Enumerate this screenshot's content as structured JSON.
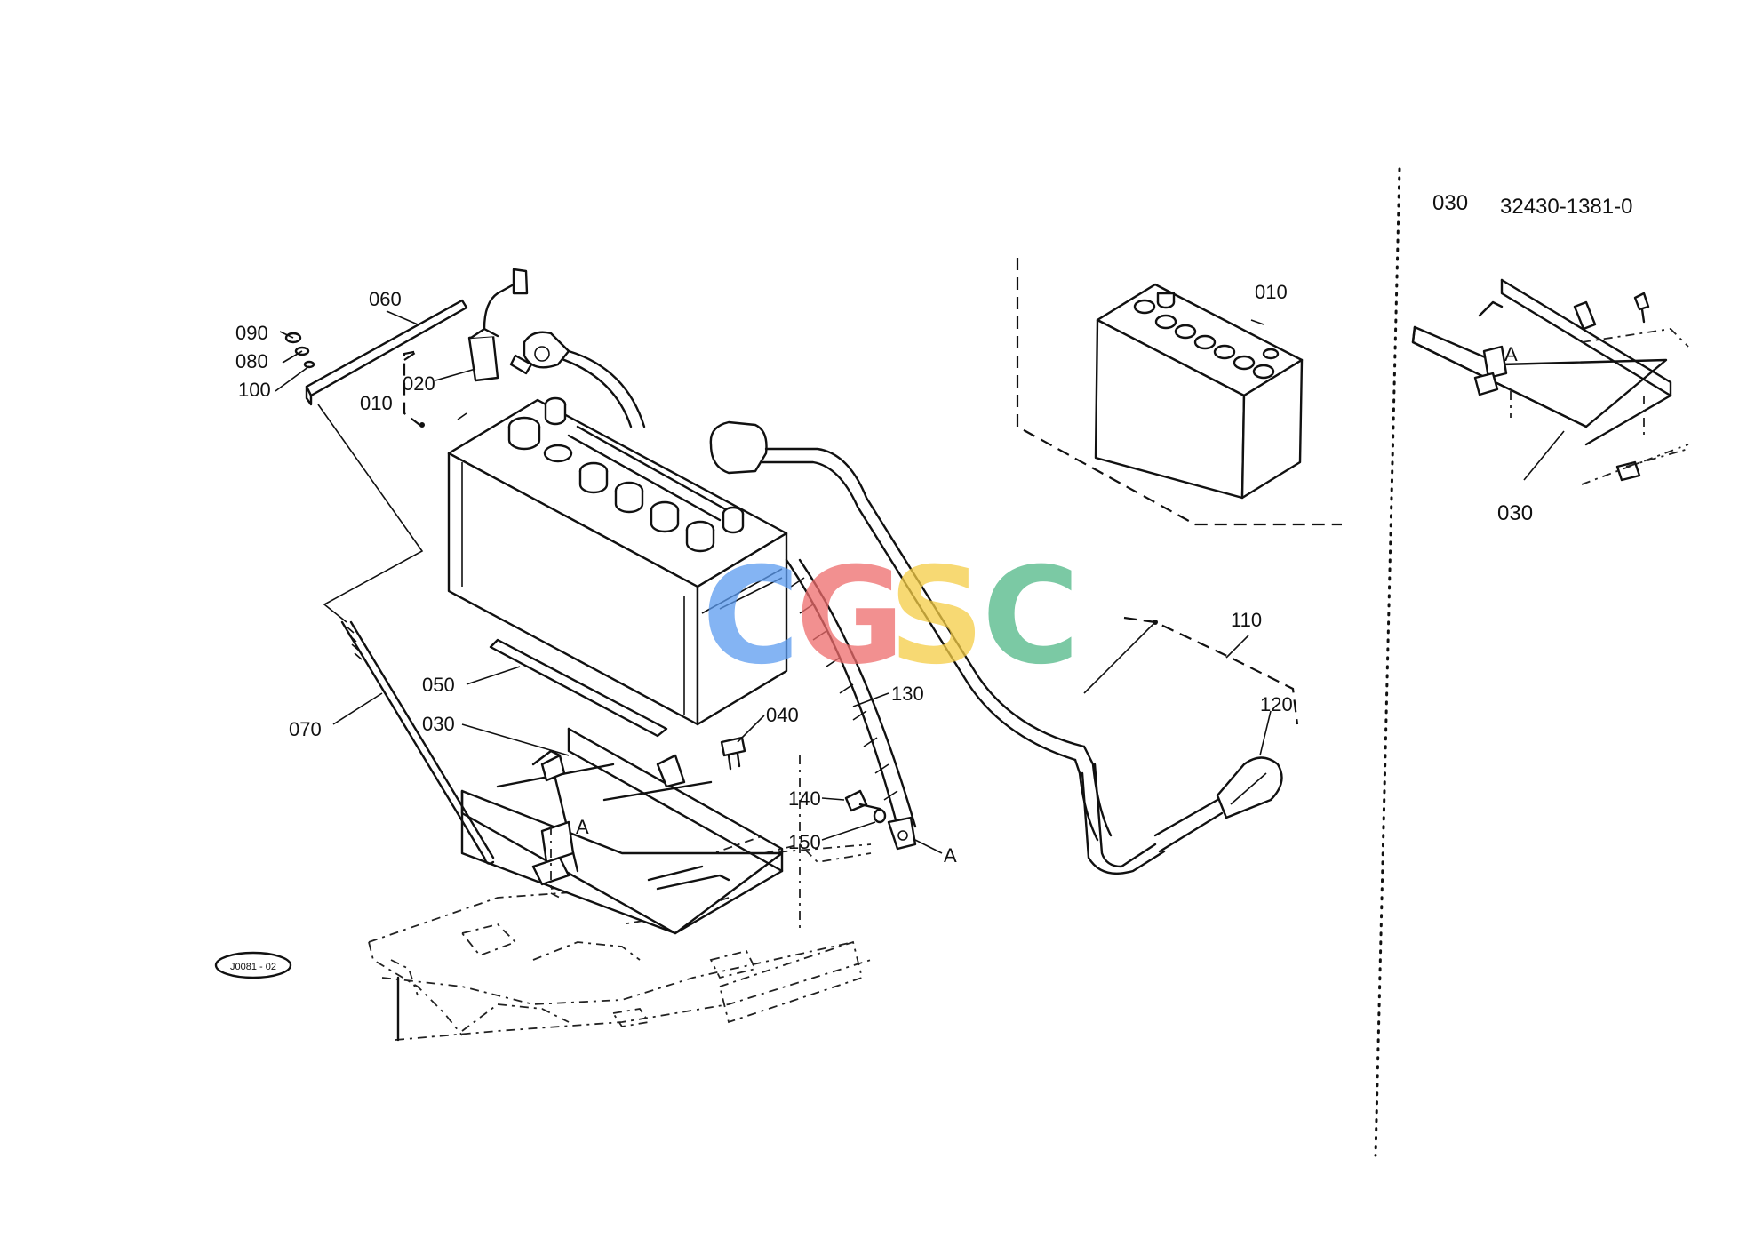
{
  "labels": {
    "p010": "010",
    "p020": "020",
    "p030": "030",
    "p040": "040",
    "p050": "050",
    "p060": "060",
    "p070": "070",
    "p080": "080",
    "p090": "090",
    "p100": "100",
    "p110": "110",
    "p120": "120",
    "p130": "130",
    "p140": "140",
    "p150": "150",
    "ref_a1": "A",
    "ref_a2": "A",
    "ref_a3": "A"
  },
  "inset_battery": {
    "label": "010"
  },
  "inset_tray": {
    "header_code": "030",
    "header_part_number": "32430-1381-0",
    "label": "030"
  },
  "drawing_code": "J0081 - 02",
  "watermark": {
    "letters": [
      "C",
      "G",
      "S",
      "C"
    ],
    "colors": [
      "#5b9bf0",
      "#ee6b6b",
      "#f5cd45",
      "#4fb886"
    ]
  }
}
